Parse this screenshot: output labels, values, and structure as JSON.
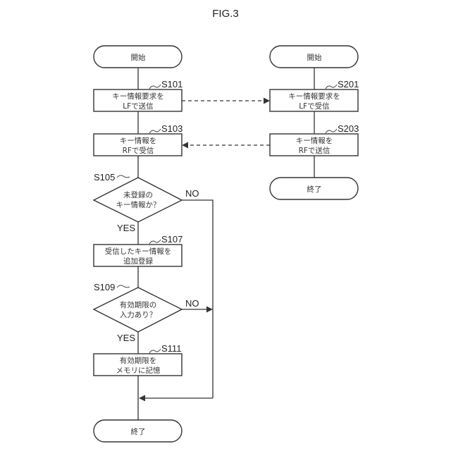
{
  "figure": {
    "title": "FIG.3"
  },
  "left_flow": {
    "start": {
      "label": "開始"
    },
    "s101": {
      "step": "S101",
      "line1": "キー情報要求を",
      "line2": "LFで送信"
    },
    "s103": {
      "step": "S103",
      "line1": "キー情報を",
      "line2": "RFで受信"
    },
    "s105": {
      "step": "S105",
      "line1": "未登録の",
      "line2": "キー情報か？",
      "yes": "YES",
      "no": "NO"
    },
    "s107": {
      "step": "S107",
      "line1": "受信したキー情報を",
      "line2": "追加登録"
    },
    "s109": {
      "step": "S109",
      "line1": "有効期限の",
      "line2": "入力あり？",
      "yes": "YES",
      "no": "NO"
    },
    "s111": {
      "step": "S111",
      "line1": "有効期限を",
      "line2": "メモリに記憶"
    },
    "end": {
      "label": "終了"
    }
  },
  "right_flow": {
    "start": {
      "label": "開始"
    },
    "s201": {
      "step": "S201",
      "line1": "キー情報要求を",
      "line2": "LFで受信"
    },
    "s203": {
      "step": "S203",
      "line1": "キー情報を",
      "line2": "RFで送信"
    },
    "end": {
      "label": "終了"
    }
  }
}
